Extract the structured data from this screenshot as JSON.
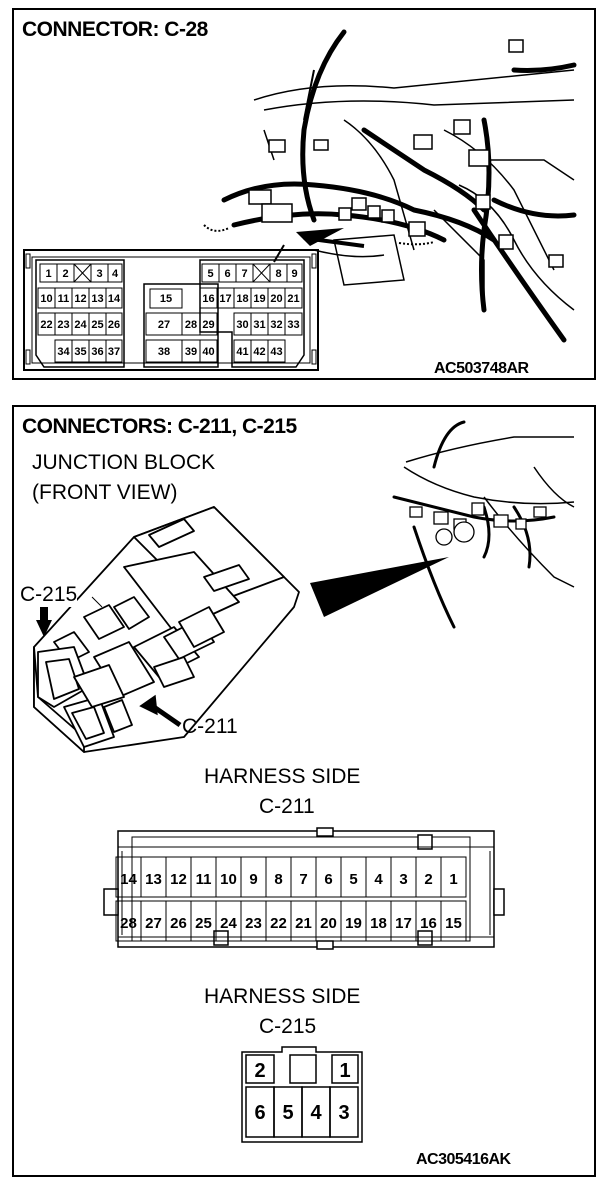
{
  "c28": {
    "title": "CONNECTOR: C-28",
    "code": "AC503748AR",
    "row1": [
      "1",
      "2",
      "",
      "3",
      "4",
      "",
      "5",
      "6",
      "7",
      "",
      "8",
      "9"
    ],
    "row2": [
      "10",
      "11",
      "12",
      "13",
      "14",
      "15",
      "16",
      "17",
      "18",
      "19",
      "20",
      "21"
    ],
    "row3": [
      "22",
      "23",
      "24",
      "25",
      "26",
      "27",
      "28",
      "29",
      "30",
      "31",
      "32",
      "33"
    ],
    "row4": [
      "34",
      "35",
      "36",
      "37",
      "38",
      "39",
      "40",
      "41",
      "42",
      "43"
    ]
  },
  "c211_215": {
    "title": "CONNECTORS: C-211, C-215",
    "junction_line1": "JUNCTION BLOCK",
    "junction_line2": "(FRONT VIEW)",
    "c215_label": "C-215",
    "c211_label": "C-211",
    "harness_side_1": "HARNESS SIDE",
    "c211_caption": "C-211",
    "c211_row1": [
      "14",
      "13",
      "12",
      "11",
      "10",
      "9",
      "8",
      "7",
      "6",
      "5",
      "4",
      "3",
      "2",
      "1"
    ],
    "c211_row2": [
      "28",
      "27",
      "26",
      "25",
      "24",
      "23",
      "22",
      "21",
      "20",
      "19",
      "18",
      "17",
      "16",
      "15"
    ],
    "harness_side_2": "HARNESS SIDE",
    "c215_caption": "C-215",
    "c215_top": [
      "2",
      "",
      "1"
    ],
    "c215_bottom": [
      "6",
      "5",
      "4",
      "3"
    ],
    "code": "AC305416AK"
  }
}
